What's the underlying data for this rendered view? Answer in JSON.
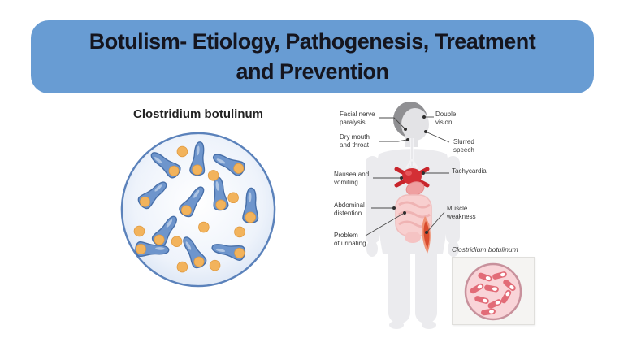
{
  "slide": {
    "title_line1": "Botulism- Etiology, Pathogenesis, Treatment",
    "title_line2": "and Prevention"
  },
  "colors": {
    "page_bg": "#ffffff",
    "banner_bg": "#689cd3",
    "banner_text": "#15151e",
    "bacterium_cell": "#6e95cc",
    "bacterium_outline": "#476fa9",
    "spore": "#f2b35c",
    "circle_border": "#5b82bb",
    "body_silhouette": "#ebebee",
    "heart_red": "#c8242b",
    "organ_pink": "#f8cfcf",
    "inset_pink": "#f9d4d8",
    "inset_rod": "#e26b77"
  },
  "bacteria_figure": {
    "caption": "Clostridium botulinum"
  },
  "body_diagram": {
    "labels": {
      "facial": "Facial nerve\nparalysis",
      "dry_mouth": "Dry mouth\nand throat",
      "nausea": "Nausea and\nvomiting",
      "abdominal": "Abdominal\ndistention",
      "urinating": "Problem\nof urinating",
      "double_vision": "Double\nvision",
      "slurred": "Slurred\nspeech",
      "tachycardia": "Tachycardia",
      "muscle": "Muscle\nweakness"
    }
  },
  "inset": {
    "caption": "Clostridium botulinum"
  }
}
